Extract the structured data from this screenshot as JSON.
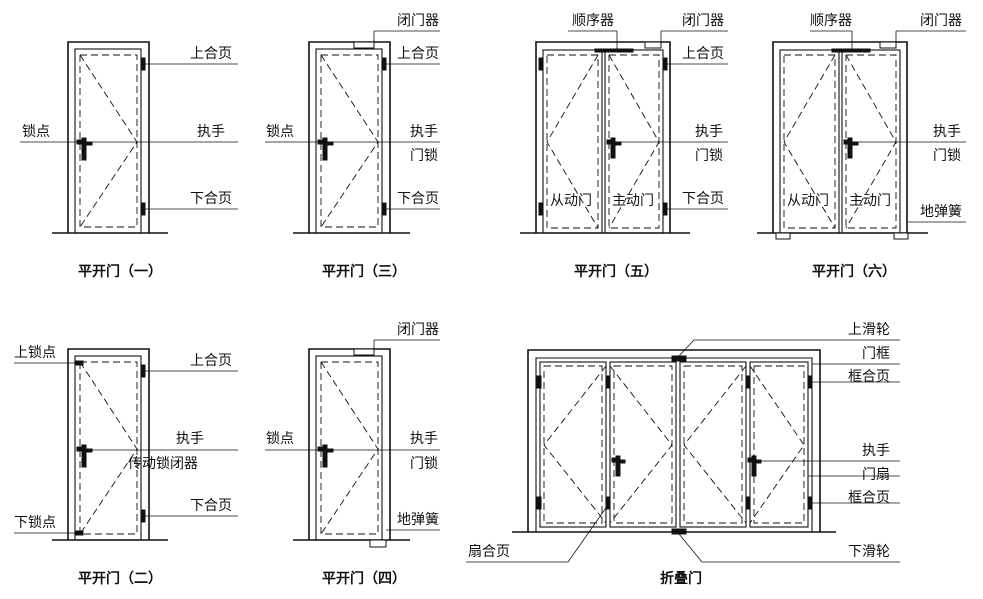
{
  "captions": {
    "d1": "平开门（一）",
    "d2": "平开门（二）",
    "d3": "平开门（三）",
    "d4": "平开门（四）",
    "d5": "平开门（五）",
    "d6": "平开门（六）",
    "d7": "折叠门"
  },
  "labels": {
    "d1": {
      "top_hinge": "上合页",
      "lock_point": "锁点",
      "handle": "执手",
      "bottom_hinge": "下合页"
    },
    "d2": {
      "top_lock_point": "上锁点",
      "top_hinge": "上合页",
      "handle": "执手",
      "transmission_lock": "传动锁闭器",
      "bottom_lock_point": "下锁点",
      "bottom_hinge": "下合页"
    },
    "d3": {
      "closer": "闭门器",
      "top_hinge": "上合页",
      "lock_point": "锁点",
      "handle": "执手",
      "door_lock": "门锁",
      "bottom_hinge": "下合页"
    },
    "d4": {
      "closer": "闭门器",
      "lock_point": "锁点",
      "handle": "执手",
      "door_lock": "门锁",
      "floor_spring": "地弹簧"
    },
    "d5": {
      "sequencer": "顺序器",
      "closer": "闭门器",
      "top_hinge": "上合页",
      "handle": "执手",
      "door_lock": "门锁",
      "passive_leaf": "从动门",
      "active_leaf": "主动门",
      "bottom_hinge": "下合页"
    },
    "d6": {
      "sequencer": "顺序器",
      "closer": "闭门器",
      "handle": "执手",
      "door_lock": "门锁",
      "passive_leaf": "从动门",
      "active_leaf": "主动门",
      "floor_spring": "地弹簧"
    },
    "d7": {
      "top_roller": "上滑轮",
      "door_frame": "门框",
      "frame_hinge_top": "框合页",
      "handle": "执手",
      "door_leaf": "门扇",
      "frame_hinge_bottom": "框合页",
      "leaf_hinge": "扇合页",
      "bottom_roller": "下滑轮"
    }
  }
}
